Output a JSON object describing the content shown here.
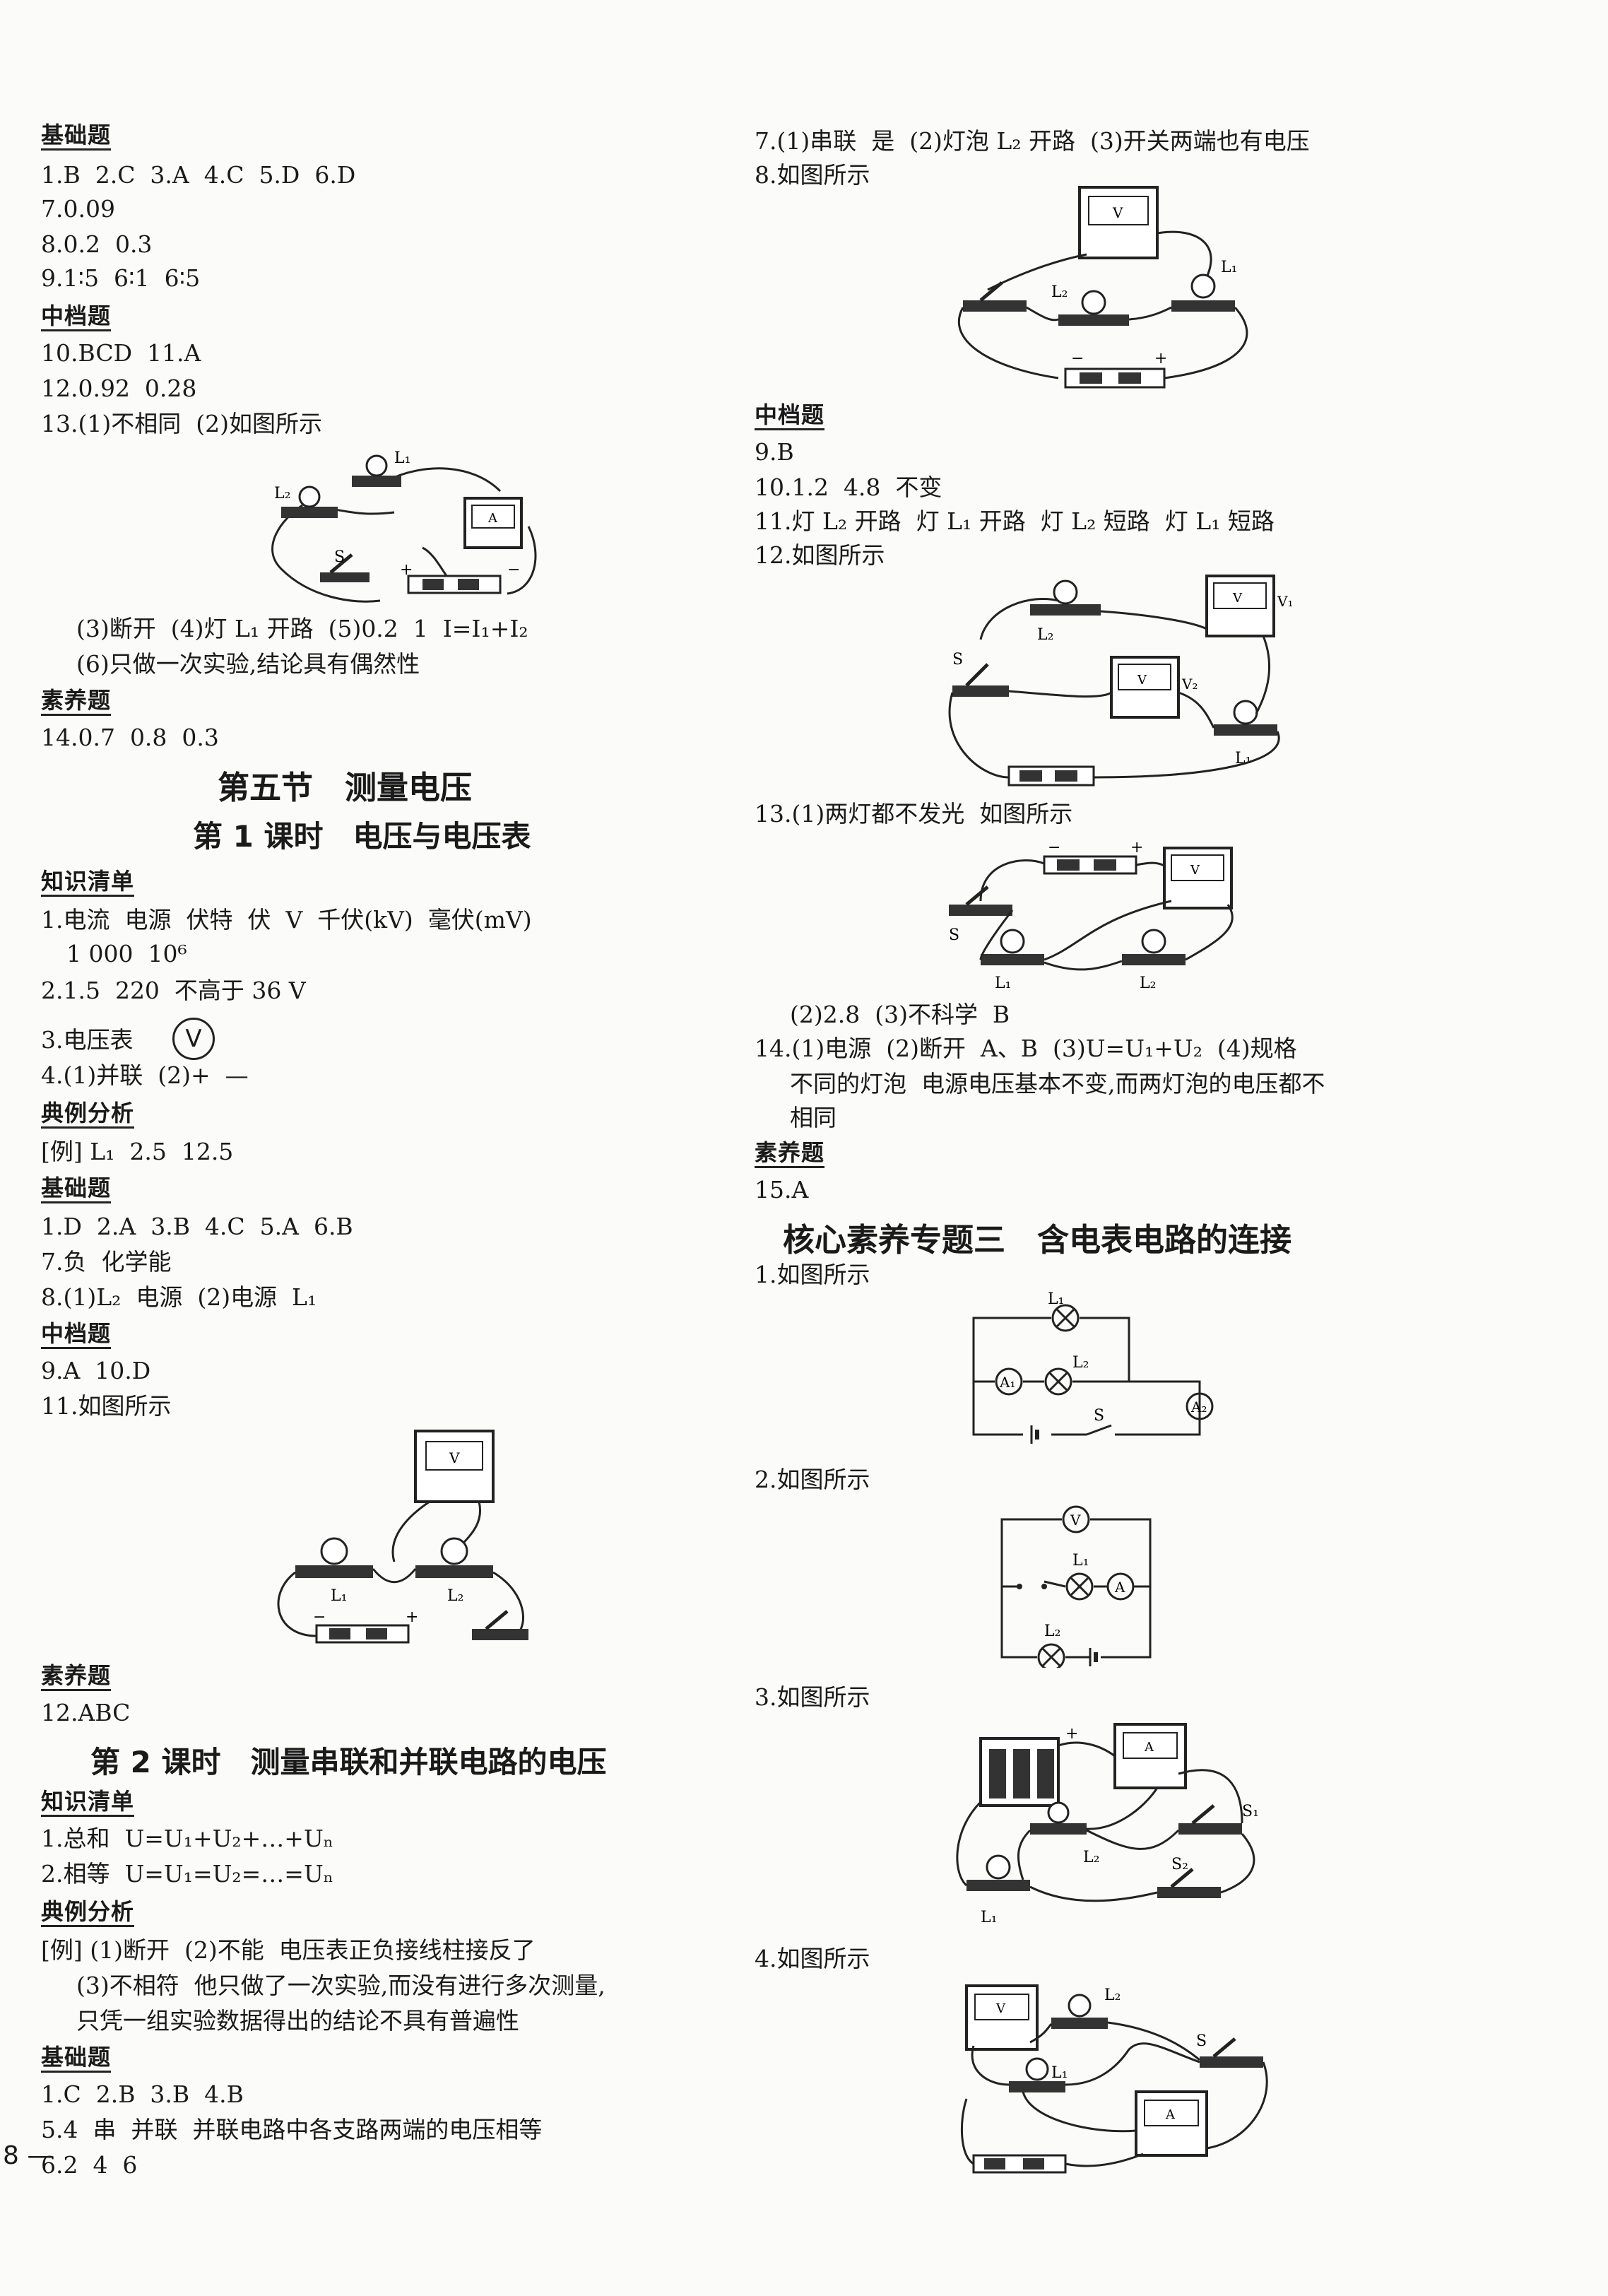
{
  "left": {
    "l_h_jichu1": "基础题",
    "l1": "1.B  2.C  3.A  4.C  5.D  6.D",
    "l2": "7.0.09",
    "l3": "8.0.2  0.3",
    "l4": "9.1∶5  6∶1  6∶5",
    "l_h_zhong1": "中档题",
    "l5": "10.BCD  11.A",
    "l6": "12.0.92  0.28",
    "l7": "13.(1)不相同  (2)如图所示",
    "l8": "(3)断开  (4)灯 L₁ 开路  (5)0.2  1  I=I₁+I₂",
    "l9": "(6)只做一次实验,结论具有偶然性",
    "l_h_su1": "素养题",
    "l10": "14.0.7  0.8  0.3",
    "title_section": "第五节　测量电压",
    "title_lesson1": "第 1 课时　电压与电压表",
    "l_h_zhishi1": "知识清单",
    "l11": "1.电流  电源  伏特  伏  V  千伏(kV)  毫伏(mV)",
    "l12": "1 000  10⁶",
    "l13": "2.1.5  220  不高于 36 V",
    "l14": "3.电压表",
    "l14_symbol": "V",
    "l15": "4.(1)并联  (2)+  —",
    "l_h_dianli1": "典例分析",
    "l16": "[例] L₁  2.5  12.5",
    "l_h_jichu2": "基础题",
    "l17": "1.D  2.A  3.B  4.C  5.A  6.B",
    "l18": "7.负  化学能",
    "l19": "8.(1)L₂  电源  (2)电源  L₁",
    "l_h_zhong2": "中档题",
    "l20": "9.A  10.D",
    "l21": "11.如图所示",
    "l_h_su2": "素养题",
    "l22": "12.ABC",
    "title_lesson2": "第 2 课时　测量串联和并联电路的电压",
    "l_h_zhishi2": "知识清单",
    "l23": "1.总和  U=U₁+U₂+…+Uₙ",
    "l24": "2.相等  U=U₁=U₂=…=Uₙ",
    "l_h_dianli2": "典例分析",
    "l25": "[例] (1)断开  (2)不能  电压表正负接线柱接反了",
    "l26": "(3)不相符  他只做了一次实验,而没有进行多次测量,",
    "l27": "只凭一组实验数据得出的结论不具有普遍性",
    "l_h_jichu3": "基础题",
    "l28": "1.C  2.B  3.B  4.B",
    "l29": "5.4  串  并联  并联电路中各支路两端的电压相等",
    "l30": "6.2  4  6",
    "page_number": "8 —"
  },
  "right": {
    "r1": "7.(1)串联  是  (2)灯泡 L₂ 开路  (3)开关两端也有电压",
    "r2": "8.如图所示",
    "r_h_zhong": "中档题",
    "r3": "9.B",
    "r4": "10.1.2  4.8  不变",
    "r5": "11.灯 L₂ 开路  灯 L₁ 开路  灯 L₂ 短路  灯 L₁ 短路",
    "r6": "12.如图所示",
    "r7": "13.(1)两灯都不发光  如图所示",
    "r8": "(2)2.8  (3)不科学  B",
    "r9": "14.(1)电源  (2)断开  A、B  (3)U=U₁+U₂  (4)规格",
    "r10": "不同的灯泡  电源电压基本不变,而两灯泡的电压都不",
    "r11": "相同",
    "r_h_su": "素养题",
    "r12": "15.A",
    "title_topic": "核心素养专题三　含电表电路的连接",
    "r13": "1.如图所示",
    "r14": "2.如图所示",
    "r15": "3.如图所示",
    "r16": "4.如图所示"
  },
  "figure_labels": {
    "L1": "L₁",
    "L2": "L₂",
    "S": "S",
    "S1": "S₁",
    "S2": "S₂",
    "A": "A",
    "V": "V",
    "A1": "A₁",
    "A2": "A₂",
    "V1": "V₁",
    "V2": "V₂",
    "plus": "+",
    "minus": "−"
  }
}
